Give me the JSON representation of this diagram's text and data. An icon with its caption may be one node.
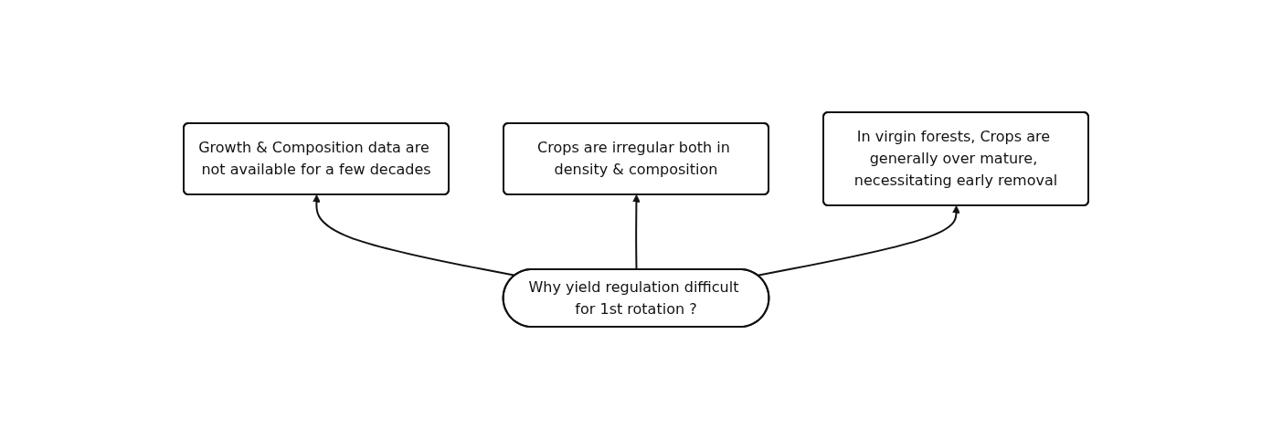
{
  "diagram": {
    "nodes": [
      {
        "text": [
          "Growth & Composition data are not available for a few decades"
        ]
      },
      {
        "text": [
          "Crops are irregular both in density & composition"
        ]
      },
      {
        "text": [
          "In virgin forests, Crops are generally over mature, necessitating early removal"
        ]
      },
      {
        "text": [
          "Why yield regulation difficult for 1st rotation ?"
        ]
      }
    ],
    "edges": [
      {
        "from": 3,
        "to": 0,
        "arrow": "to"
      },
      {
        "from": 3,
        "to": 1,
        "arrow": "to"
      },
      {
        "from": 3,
        "to": 2,
        "arrow": "to"
      }
    ]
  }
}
